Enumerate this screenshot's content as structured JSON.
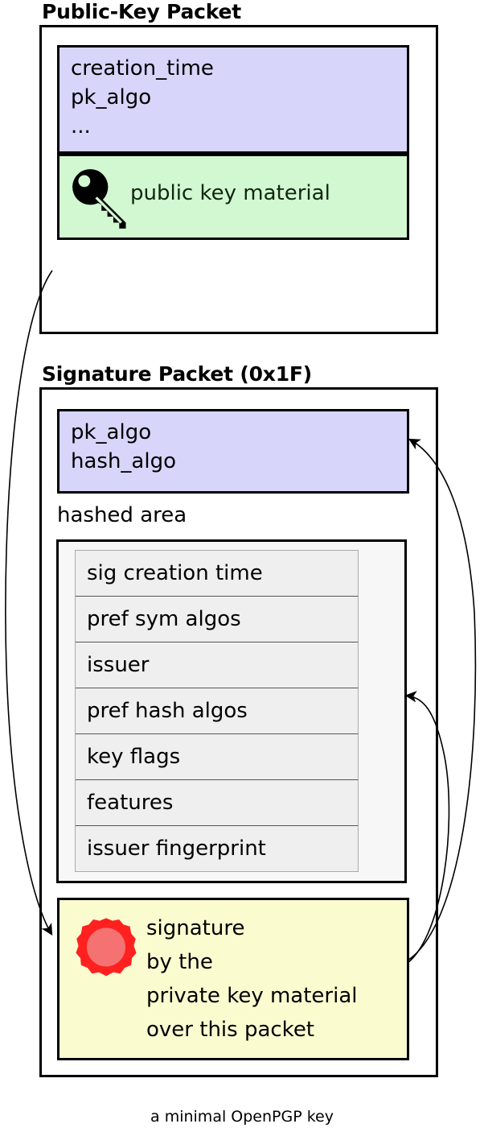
{
  "caption": "a minimal OpenPGP key",
  "packets": [
    {
      "title": "Public-Key Packet",
      "header_fields": "creation_time\npk_algo\n...",
      "material_label": "public key material",
      "material_icon": "key-icon"
    },
    {
      "title": "Signature Packet (0x1F)",
      "header_fields": "pk_algo\nhash_algo",
      "hashed_area_label": "hashed area",
      "subpackets": [
        "sig creation time",
        "pref sym algos",
        "issuer",
        "pref hash algos",
        "key flags",
        "features",
        "issuer fingerprint"
      ],
      "signature_label": "signature\nby the\nprivate key material\nover this packet",
      "signature_icon": "wax-seal-icon"
    }
  ],
  "colors": {
    "header_fill": "#d7d5fa",
    "key_material_fill": "#d2f8d2",
    "signature_fill": "#fbfbd0",
    "hashed_area_fill": "#f7f7f7",
    "subpacket_fill": "#efefef",
    "seal_outer": "#ff2020",
    "seal_inner": "#f47272",
    "stroke": "#000000"
  },
  "arrows": [
    {
      "name": "pubkey-to-signature",
      "from": "public-key-packet",
      "to": "signature-box"
    },
    {
      "name": "signature-to-sig-header",
      "from": "signature-box",
      "to": "sig-header-box"
    },
    {
      "name": "signature-to-hashed-area",
      "from": "signature-box",
      "to": "hashed-area-box"
    }
  ]
}
